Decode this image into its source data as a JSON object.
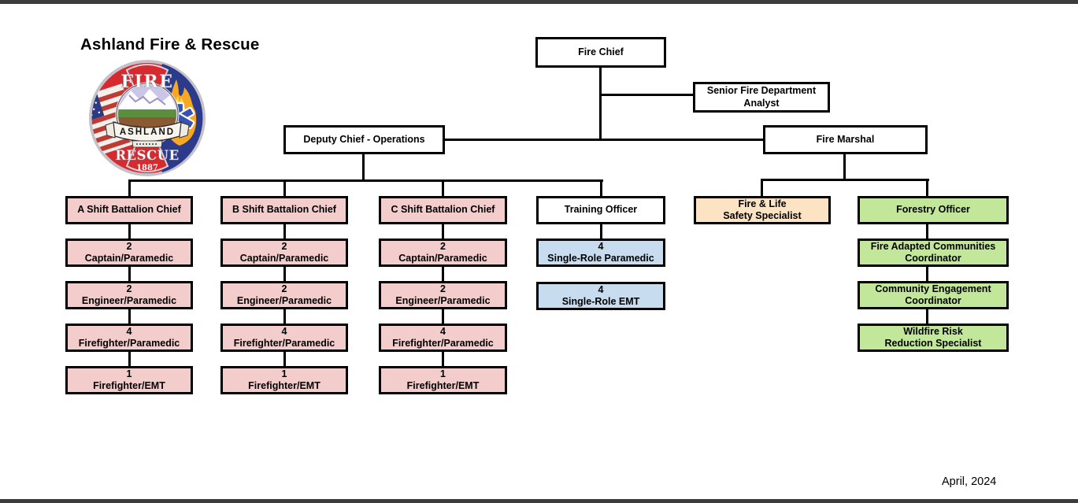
{
  "page": {
    "title": "Ashland Fire & Rescue",
    "date": "April, 2024"
  },
  "logo": {
    "top_text": "FIRE",
    "banner_text": "ASHLAND",
    "bottom_text": "RESCUE",
    "year_text": "1887"
  },
  "colors": {
    "plain": "#FFFFFF",
    "suppression_pink": "#F2CDCC",
    "single_role_blue": "#C8DCF0",
    "prevention_peach": "#FBE3C4",
    "forestry_green": "#C2E79B",
    "line_black": "#000000",
    "edge_bar_gray": "#3C3C3C"
  },
  "org": {
    "nodes": [
      {
        "id": "fire-chief",
        "fill": "plain",
        "lines": [
          "Fire Chief"
        ]
      },
      {
        "id": "senior-fire-department-analyst",
        "fill": "plain",
        "lines": [
          "Senior Fire Department",
          "Analyst"
        ]
      },
      {
        "id": "deputy-chief-operations",
        "fill": "plain",
        "lines": [
          "Deputy Chief - Operations"
        ]
      },
      {
        "id": "fire-marshal",
        "fill": "plain",
        "lines": [
          "Fire Marshal"
        ]
      },
      {
        "id": "a-shift-battalion-chief",
        "fill": "suppression_pink",
        "lines": [
          "A Shift Battalion Chief"
        ]
      },
      {
        "id": "b-shift-battalion-chief",
        "fill": "suppression_pink",
        "lines": [
          "B Shift Battalion Chief"
        ]
      },
      {
        "id": "c-shift-battalion-chief",
        "fill": "suppression_pink",
        "lines": [
          "C Shift Battalion Chief"
        ]
      },
      {
        "id": "training-officer",
        "fill": "plain",
        "lines": [
          "Training Officer"
        ]
      },
      {
        "id": "fire-life-safety-specialist",
        "fill": "prevention_peach",
        "lines": [
          "Fire & Life",
          "Safety Specialist"
        ]
      },
      {
        "id": "forestry-officer",
        "fill": "forestry_green",
        "lines": [
          "Forestry Officer"
        ]
      },
      {
        "id": "a-captain-paramedic",
        "fill": "suppression_pink",
        "lines": [
          "2",
          "Captain/Paramedic"
        ]
      },
      {
        "id": "b-captain-paramedic",
        "fill": "suppression_pink",
        "lines": [
          "2",
          "Captain/Paramedic"
        ]
      },
      {
        "id": "c-captain-paramedic",
        "fill": "suppression_pink",
        "lines": [
          "2",
          "Captain/Paramedic"
        ]
      },
      {
        "id": "single-role-paramedic",
        "fill": "single_role_blue",
        "lines": [
          "4",
          "Single-Role Paramedic"
        ]
      },
      {
        "id": "fire-adapted-communities-coordinator",
        "fill": "forestry_green",
        "lines": [
          "Fire Adapted Communities",
          "Coordinator"
        ]
      },
      {
        "id": "a-engineer-paramedic",
        "fill": "suppression_pink",
        "lines": [
          "2",
          "Engineer/Paramedic"
        ]
      },
      {
        "id": "b-engineer-paramedic",
        "fill": "suppression_pink",
        "lines": [
          "2",
          "Engineer/Paramedic"
        ]
      },
      {
        "id": "c-engineer-paramedic",
        "fill": "suppression_pink",
        "lines": [
          "2",
          "Engineer/Paramedic"
        ]
      },
      {
        "id": "single-role-emt",
        "fill": "single_role_blue",
        "lines": [
          "4",
          "Single-Role EMT"
        ]
      },
      {
        "id": "community-engagement-coordinator",
        "fill": "forestry_green",
        "lines": [
          "Community Engagement",
          "Coordinator"
        ]
      },
      {
        "id": "a-firefighter-paramedic",
        "fill": "suppression_pink",
        "lines": [
          "4",
          "Firefighter/Paramedic"
        ]
      },
      {
        "id": "b-firefighter-paramedic",
        "fill": "suppression_pink",
        "lines": [
          "4",
          "Firefighter/Paramedic"
        ]
      },
      {
        "id": "c-firefighter-paramedic",
        "fill": "suppression_pink",
        "lines": [
          "4",
          "Firefighter/Paramedic"
        ]
      },
      {
        "id": "wildfire-risk-reduction-specialist",
        "fill": "forestry_green",
        "lines": [
          "Wildfire Risk",
          "Reduction Specialist"
        ]
      },
      {
        "id": "a-firefighter-emt",
        "fill": "suppression_pink",
        "lines": [
          "1",
          "Firefighter/EMT"
        ]
      },
      {
        "id": "b-firefighter-emt",
        "fill": "suppression_pink",
        "lines": [
          "1",
          "Firefighter/EMT"
        ]
      },
      {
        "id": "c-firefighter-emt",
        "fill": "suppression_pink",
        "lines": [
          "1",
          "Firefighter/EMT"
        ]
      }
    ]
  }
}
